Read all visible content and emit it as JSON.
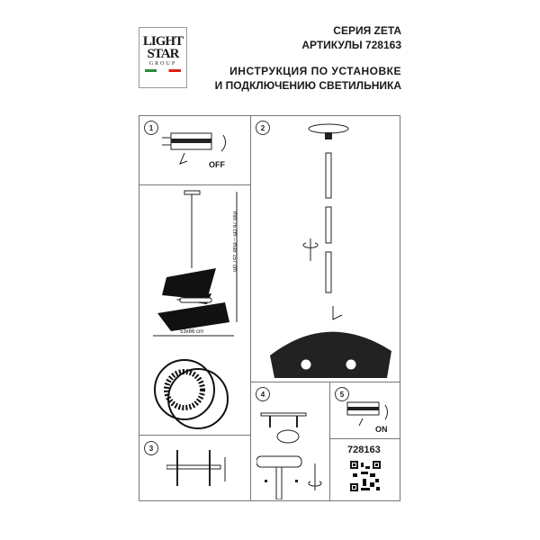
{
  "logo": {
    "line1": "LIGHT",
    "line2": "STAR",
    "line3": "GROUP"
  },
  "header": {
    "series": "СЕРИЯ ZETA",
    "articles": "АРТИКУЛЫ 728163",
    "title_line1": "ИНСТРУКЦИЯ ПО УСТАНОВКЕ",
    "title_line2": "И ПОДКЛЮЧЕНИЮ СВЕТИЛЬНИКА"
  },
  "steps": {
    "s1": "1",
    "s2": "2",
    "s3": "3",
    "s4": "4",
    "s5": "5"
  },
  "labels": {
    "off": "OFF",
    "on": "ON",
    "height": "min 76 cm – max 157 cm",
    "width": "53x66 cm",
    "article": "728163"
  }
}
